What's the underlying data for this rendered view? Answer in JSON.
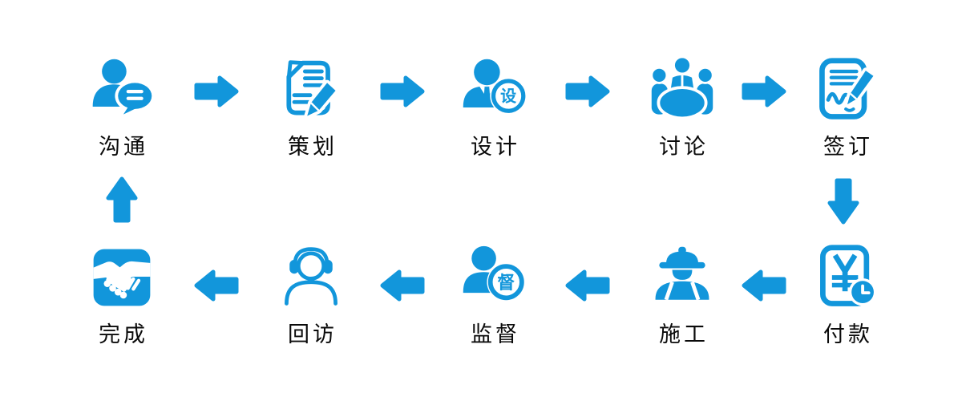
{
  "colors": {
    "accent": "#1296DB",
    "label": "#0A0A0A",
    "background": "#FFFFFF"
  },
  "flow": {
    "top_row": [
      {
        "id": "communication",
        "label": "沟通",
        "icon": "person-chat-icon"
      },
      {
        "id": "planning",
        "label": "策划",
        "icon": "document-pencil-icon"
      },
      {
        "id": "design",
        "label": "设计",
        "icon": "designer-badge-icon",
        "badge_text": "设"
      },
      {
        "id": "discussion",
        "label": "讨论",
        "icon": "meeting-icon"
      },
      {
        "id": "signing",
        "label": "签订",
        "icon": "contract-sign-icon"
      }
    ],
    "bottom_row": [
      {
        "id": "completion",
        "label": "完成",
        "icon": "handshake-icon"
      },
      {
        "id": "follow-up",
        "label": "回访",
        "icon": "headset-person-icon"
      },
      {
        "id": "supervision",
        "label": "监督",
        "icon": "supervisor-badge-icon",
        "badge_text": "督"
      },
      {
        "id": "construction",
        "label": "施工",
        "icon": "construction-worker-icon"
      },
      {
        "id": "payment",
        "label": "付款",
        "icon": "payment-clock-icon"
      }
    ],
    "arrows": {
      "top_row": "right-arrow-icon",
      "bottom_row": "left-arrow-icon",
      "right_column": "down-arrow-icon",
      "left_column": "up-arrow-icon"
    }
  }
}
